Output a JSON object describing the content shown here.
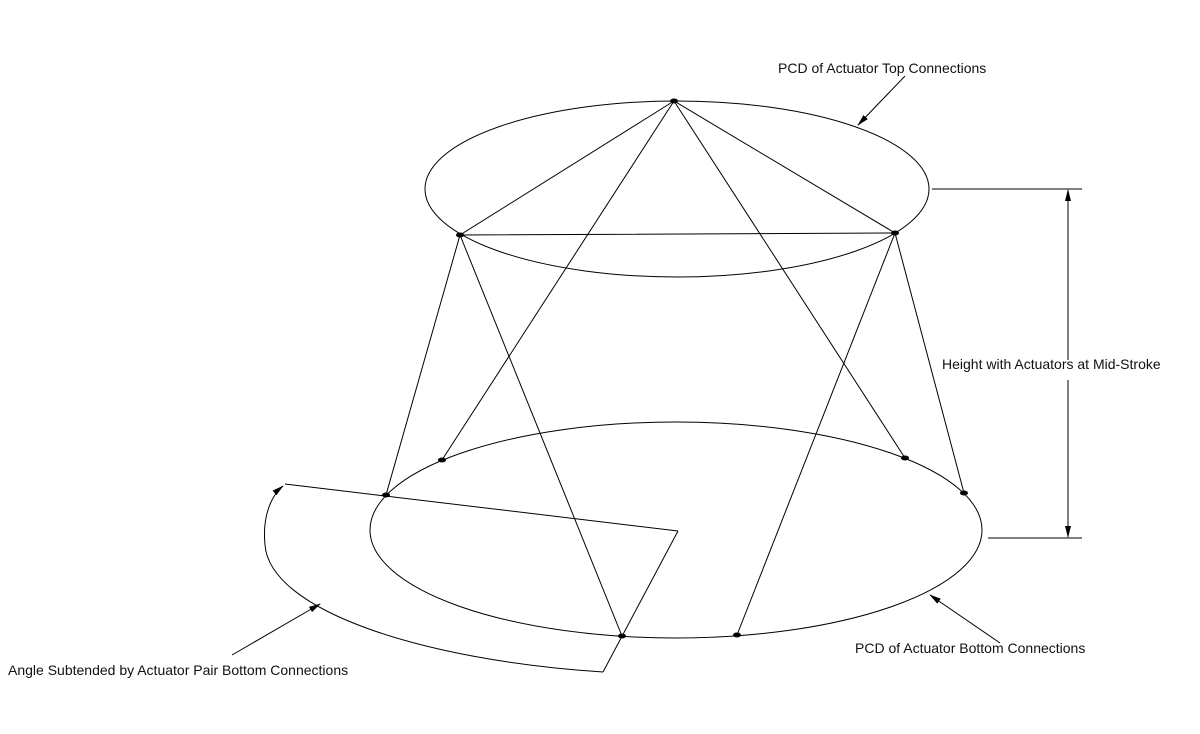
{
  "labels": {
    "top_pcd": "PCD of Actuator Top Connections",
    "height": "Height with Actuators at Mid-Stroke",
    "bottom_pcd": "PCD of Actuator Bottom Connections",
    "angle": "Angle Subtended by Actuator Pair Bottom Connections"
  }
}
